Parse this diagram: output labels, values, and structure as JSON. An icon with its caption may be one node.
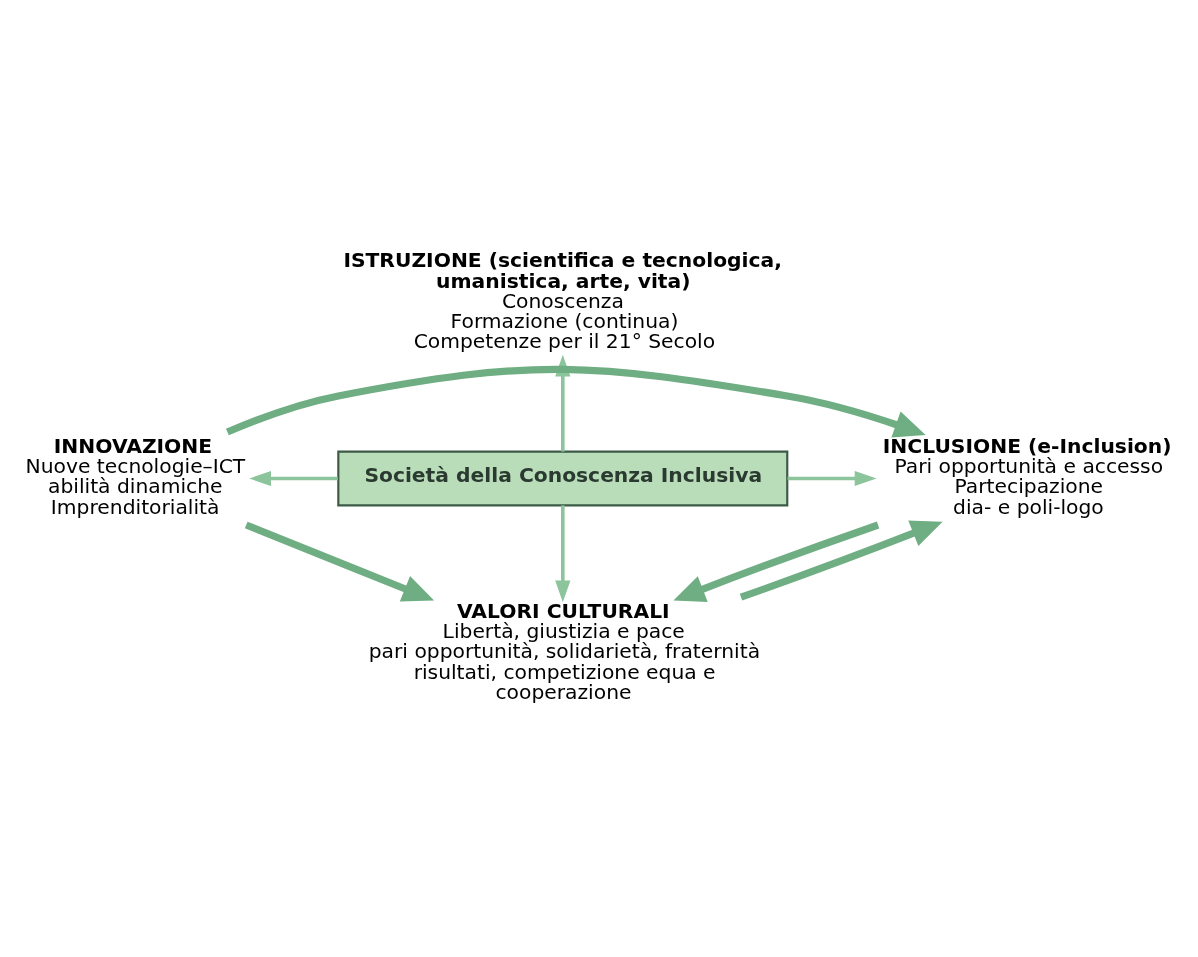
{
  "diagram": {
    "nodes": [
      {
        "text": [
          "Società della Conoscenza Inclusiva"
        ]
      },
      {
        "text": [
          "ISTRUZIONE (scientifica e tecnologica, umanistica, arte, vita)",
          "Conoscenza",
          "Formazione (continua)",
          "Competenze per il 21° Secolo"
        ]
      },
      {
        "text": [
          "INNOVAZIONE",
          "Nuove tecnologie–ICT",
          "abilità dinamiche",
          "Imprenditorialità"
        ]
      },
      {
        "text": [
          "INCLUSIONE (e-Inclusion)",
          "Pari opportunità e accesso",
          "Partecipazione",
          "dia- e poli-logo"
        ]
      },
      {
        "text": [
          "VALORI CULTURALI",
          "Libertà, giustizia e pace",
          "pari opportunità, solidarietà, fraternità",
          "risultati, competizione equa e cooperazione"
        ]
      }
    ],
    "edges": [
      {
        "from": 0,
        "to": 1,
        "arrow": "to"
      },
      {
        "from": 0,
        "to": 2,
        "arrow": "to"
      },
      {
        "from": 0,
        "to": 3,
        "arrow": "to"
      },
      {
        "from": 0,
        "to": 4,
        "arrow": "to"
      },
      {
        "from": 2,
        "to": 3,
        "arrow": "to",
        "style": "thick"
      },
      {
        "from": 3,
        "to": 4,
        "arrow": "to",
        "style": "thick"
      },
      {
        "from": 2,
        "to": 4,
        "arrow": "to",
        "style": "thick"
      },
      {
        "from": 4,
        "to": 3,
        "arrow": "to",
        "style": "thick"
      }
    ]
  }
}
